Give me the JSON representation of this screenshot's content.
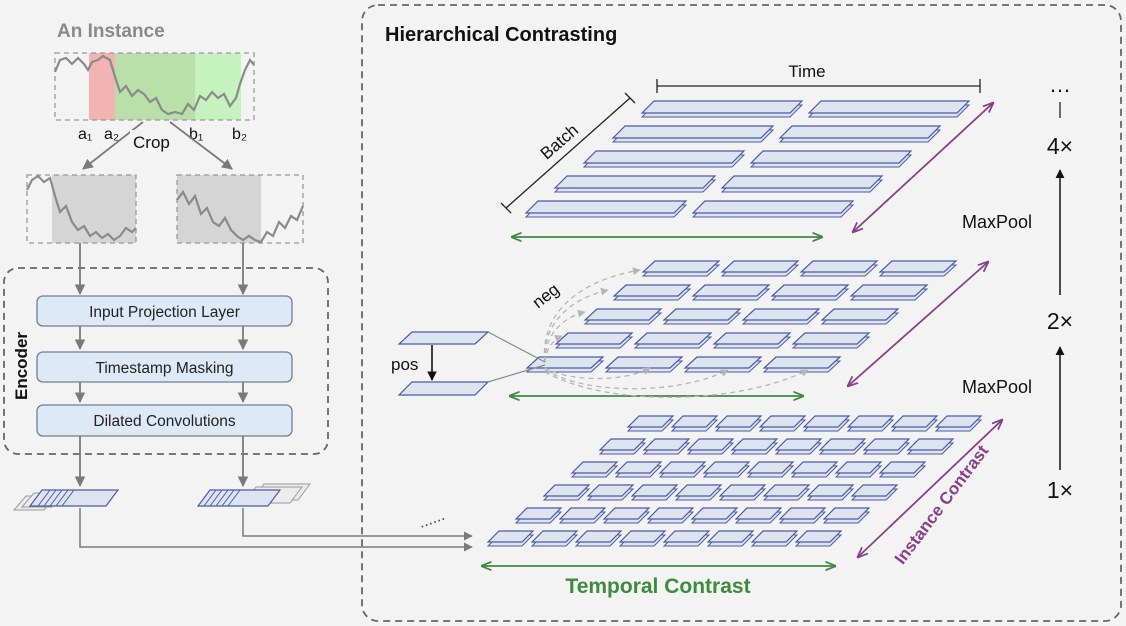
{
  "instance": {
    "title": "An Instance",
    "crop_label": "Crop",
    "markers": [
      "a₁",
      "a₂",
      "b₁",
      "b₂"
    ]
  },
  "encoder": {
    "title": "Encoder",
    "layers": [
      "Input Projection Layer",
      "Timestamp Masking",
      "Dilated Convolutions"
    ]
  },
  "hierarchical": {
    "title": "Hierarchical Contrasting",
    "time_label": "Time",
    "batch_label": "Batch",
    "neg_label": "neg",
    "pos_label": "pos",
    "temporal_contrast": "Temporal Contrast",
    "instance_contrast": "Instance Contrast",
    "dots": "......"
  },
  "scales": {
    "labels": [
      "1×",
      "2×",
      "4×"
    ],
    "maxpool": "MaxPool",
    "ellipsis": "…"
  },
  "colors": {
    "cell_fill": "#dde3ef",
    "cell_stroke": "#4a5ba6",
    "layer_fill": "#dde9f6",
    "layer_stroke": "#6f7f9a",
    "temporal": "#3f8a3f",
    "instance": "#8a3f8a",
    "crop_red": "#f3b3b3",
    "crop_green": "#b8e0a8",
    "crop_green_light": "#c6f2c0",
    "crop_gray": "#d5d5d5"
  }
}
